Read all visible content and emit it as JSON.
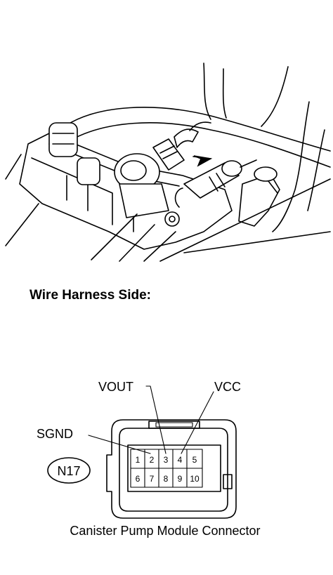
{
  "section_heading": "Wire Harness Side:",
  "connector": {
    "code": "N17",
    "caption": "Canister Pump Module Connector",
    "pins_top": [
      "1",
      "2",
      "3",
      "4",
      "5"
    ],
    "pins_bottom": [
      "6",
      "7",
      "8",
      "9",
      "10"
    ],
    "callouts": {
      "vout": "VOUT",
      "vcc": "VCC",
      "sgnd": "SGND"
    }
  }
}
